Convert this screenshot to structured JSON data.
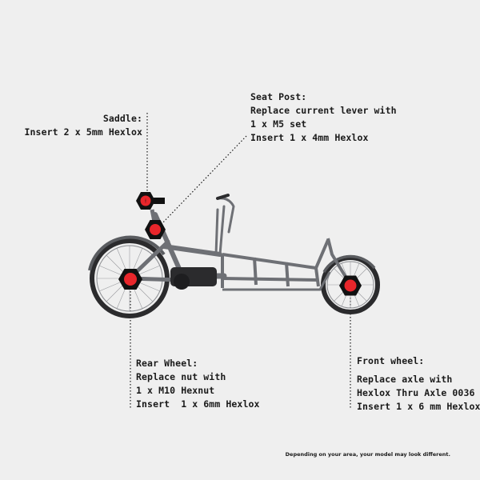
{
  "callouts": {
    "saddle": {
      "title": "Saddle:",
      "lines": [
        "Insert 2 x 5mm Hexlox"
      ]
    },
    "seat_post": {
      "title": "Seat Post:",
      "lines": [
        "Replace current lever with",
        "1 x M5 set",
        "Insert 1 x 4mm Hexlox"
      ]
    },
    "rear_wheel": {
      "title": "Rear Wheel:",
      "lines": [
        "Replace nut with",
        "1 x M10 Hexnut",
        "Insert  1 x 6mm Hexlox"
      ]
    },
    "front_wheel": {
      "title": "Front wheel:",
      "lines": [
        "Replace axle with",
        "Hexlox Thru Axle 0036",
        "Insert 1 x 6 mm Hexlox"
      ]
    }
  },
  "footnote": "Depending on your area, your model may look different.",
  "colors": {
    "background": "#efefef",
    "bike_frame": "#6e7075",
    "tire": "#2b2b2d",
    "hex_marker": "#111111",
    "hex_dot": "#e8262b"
  },
  "icons": [
    "cargo-bike-illustration",
    "hex-marker-icon"
  ]
}
